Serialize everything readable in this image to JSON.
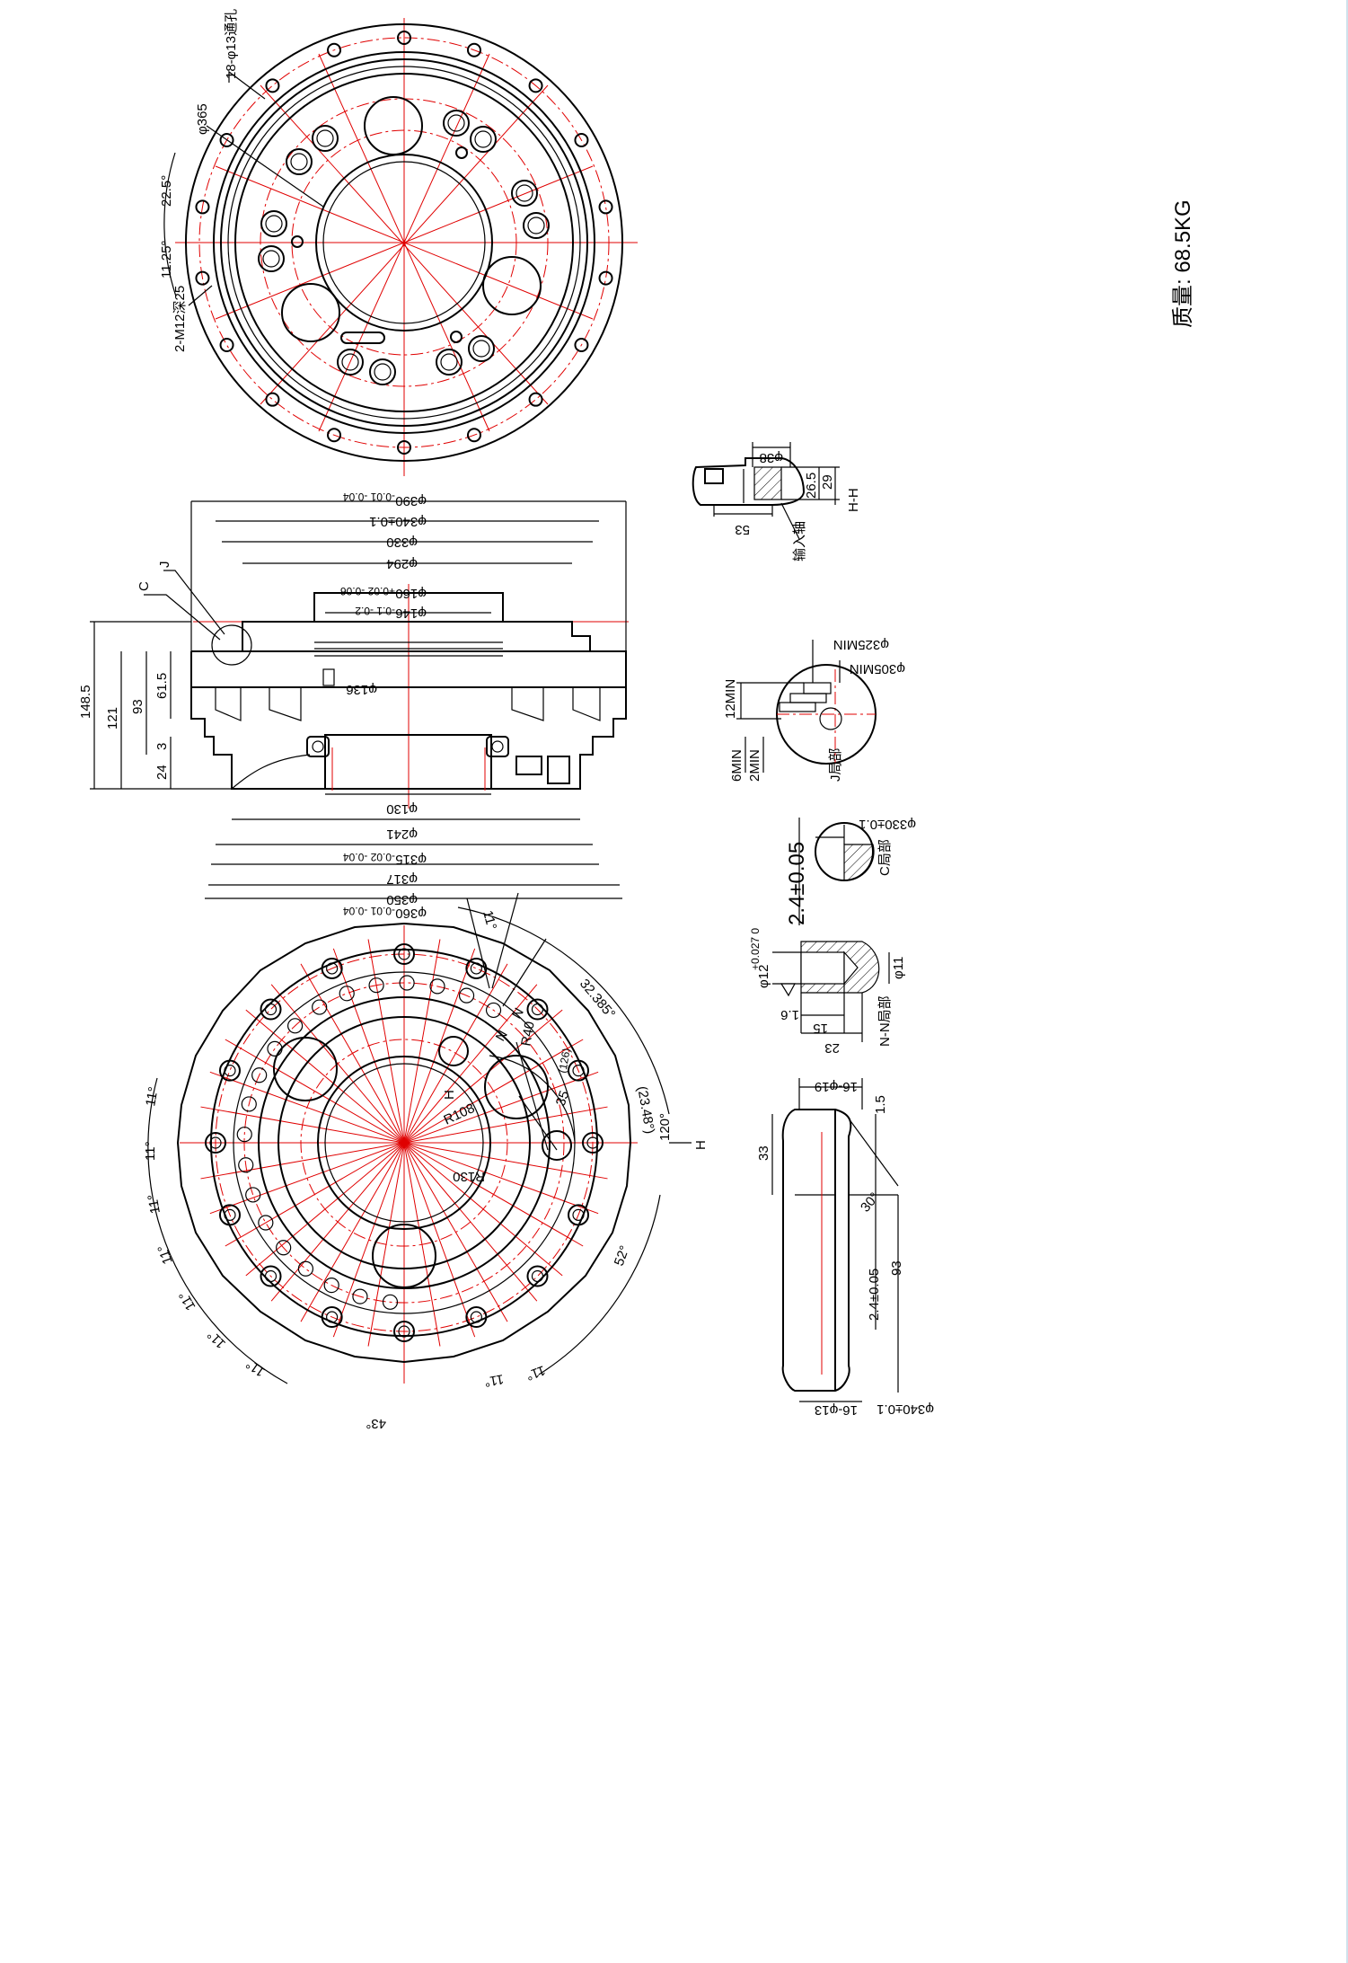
{
  "drawing": {
    "mass_label": "质量: 68.5KG",
    "top_view": {
      "hole_callout": "18-φ13通孔",
      "pcd_callout": "φ365",
      "angle_a": "22.5°",
      "angle_b": "11.25°",
      "tap_callout": "2-M12深25"
    },
    "section_view": {
      "dia_390": "φ390",
      "dia_390_tol": "-0.01\n-0.04",
      "dia_340": "φ340±0.1",
      "dia_330": "φ330",
      "dia_294": "φ294",
      "dia_160": "φ160",
      "dia_160_tol": "+0.02\n-0.06",
      "dia_146": "φ146",
      "dia_146_tol": "-0.1\n-0.2",
      "dia_136": "φ136",
      "dia_130": "φ130",
      "dia_241": "φ241",
      "dia_315": "φ315",
      "dia_315_tol": "-0.02\n-0.04",
      "dia_317": "φ317",
      "dia_350": "φ350",
      "dia_360": "φ360",
      "dia_360_tol": "-0.01\n-0.04",
      "h_148_5": "148.5",
      "h_121": "121",
      "h_93": "93",
      "h_61_5": "61.5",
      "h_3": "3",
      "h_24": "24",
      "label_c": "C",
      "label_j": "J"
    },
    "bottom_view": {
      "angle_11": "11°",
      "angle_32_385": "32.385°",
      "angle_23_48": "(23.48°)",
      "angle_120": "120°",
      "angle_52": "52°",
      "angle_43": "43°",
      "r40": "R40",
      "r108": "R108",
      "r130": "R130",
      "r126": "(126)",
      "dim_35": "35",
      "label_h": "H",
      "label_n": "N"
    },
    "detail_hh": {
      "d38": "φ38",
      "d26_5": "26.5",
      "d29": "29",
      "d53": "53",
      "input_shaft": "输入轴",
      "title": "H-H"
    },
    "detail_j": {
      "d325": "φ325MIN",
      "d305": "φ305MIN",
      "d12min": "12MIN",
      "d6min": "6MIN",
      "d2min": "2MIN",
      "title": "J局部"
    },
    "detail_c": {
      "d330": "φ330±0.1",
      "title": "C局部"
    },
    "detail_nn": {
      "d12": "φ12",
      "d12_tol": "+0.027\n0",
      "d11": "φ11",
      "d15": "15",
      "d23": "23",
      "d1_6": "1.6",
      "title": "N-N局部"
    },
    "detail_seal": {
      "holes19": "16-φ19",
      "holes13": "16-φ13",
      "d1_5": "1.5",
      "d33": "33",
      "d30deg": "30°",
      "d93": "93",
      "d2_4": "2.4±0.05",
      "d340": "φ340±0.1"
    },
    "aside": {
      "d2_4": "2.4±0.05"
    }
  }
}
